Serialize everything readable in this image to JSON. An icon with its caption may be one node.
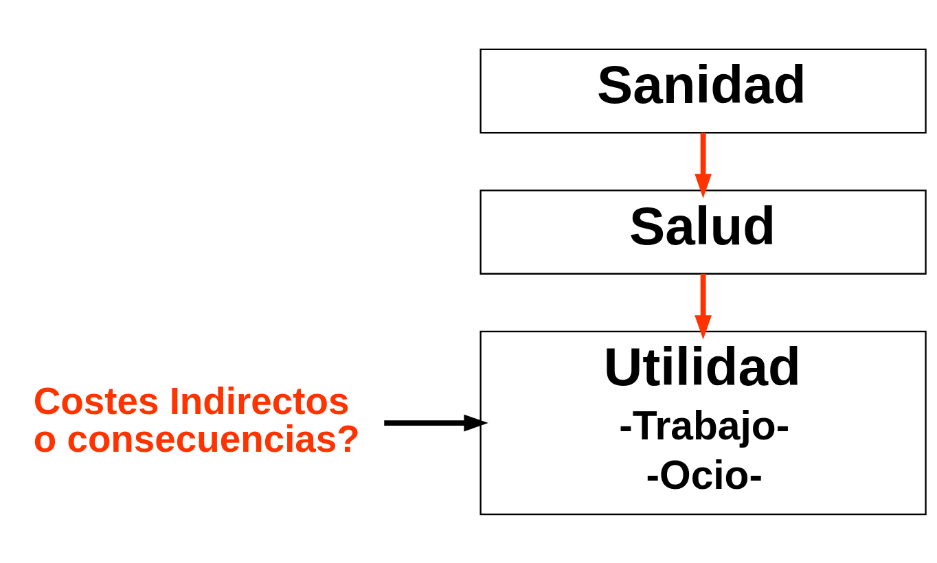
{
  "diagram": {
    "nodes": [
      {
        "text": [
          "Sanidad"
        ]
      },
      {
        "text": [
          "Salud"
        ]
      },
      {
        "text": [
          "Utilidad",
          "-Trabajo-",
          "-Ocio-"
        ]
      },
      {
        "text": [
          "Costes Indirectos o consecuencias?"
        ]
      }
    ],
    "edges": [
      {
        "from": 0,
        "to": 1,
        "arrow": "to"
      },
      {
        "from": 1,
        "to": 2,
        "arrow": "to"
      },
      {
        "from": 3,
        "to": 2,
        "arrow": "to",
        "color": "#000000"
      }
    ]
  }
}
